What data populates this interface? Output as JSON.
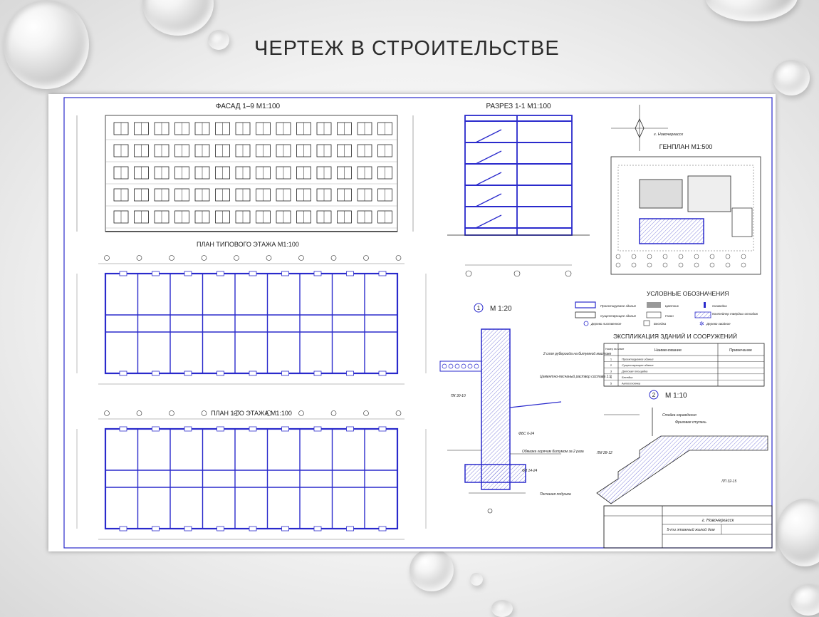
{
  "slide": {
    "title": "ЧЕРТЕЖ В СТРОИТЕЛЬСТВЕ"
  },
  "drawing": {
    "facade_title": "ФАСАД 1–9  М1:100",
    "section_title": "РАЗРЕЗ 1-1  М1:100",
    "siteplan_title": "ГЕНПЛАН  М1:500",
    "typical_floor_title": "ПЛАН ТИПОВОГО ЭТАЖА  М1:100",
    "first_floor_title": "ПЛАН 1-ГО ЭТАЖА  М1:100",
    "detail1_title": "М 1:20",
    "detail1_number": "1",
    "detail2_title": "М 1:10",
    "detail2_number": "2",
    "city": "г. Новочеркасск",
    "legend_title": "УСЛОВНЫЕ ОБОЗНАЧЕНИЯ",
    "legend_items": [
      "Проектируемое здание",
      "Цветник",
      "Скамейка",
      "Существующее здание",
      "Газон",
      "Контейнер твёрдых отходов",
      "Дерево лиственное",
      "Беседка",
      "Дерево хвойное"
    ],
    "explication_title": "ЭКСПЛИКАЦИЯ ЗДАНИЙ И СООРУЖЕНИЙ",
    "explication_headers": [
      "Номер на плане",
      "Наименование",
      "Примечание"
    ],
    "explication_rows": [
      [
        "1",
        "Проектируемое здание",
        ""
      ],
      [
        "2",
        "Существующее здание",
        ""
      ],
      [
        "3",
        "Детская площадка",
        ""
      ],
      [
        "4",
        "Беседка",
        ""
      ],
      [
        "5",
        "Автостоянка",
        ""
      ]
    ],
    "detail1_notes": [
      "2 слоя рубероида на битумной мастике",
      "Цементно-песчаный раствор состава 1:2",
      "ПК 30-10",
      "ФБС 6-24",
      "Обмазка горячим битумом за 2 раза",
      "ФЛ 14-24",
      "Песчаная подушка"
    ],
    "detail2_notes": [
      "Стойка ограждения",
      "Фризовая ступень",
      "ЛМ 28-12",
      "ЛП 32-15"
    ],
    "title_block_name": "5-ти этажный жилой дом",
    "title_block_city": "г. Новочеркасск"
  }
}
